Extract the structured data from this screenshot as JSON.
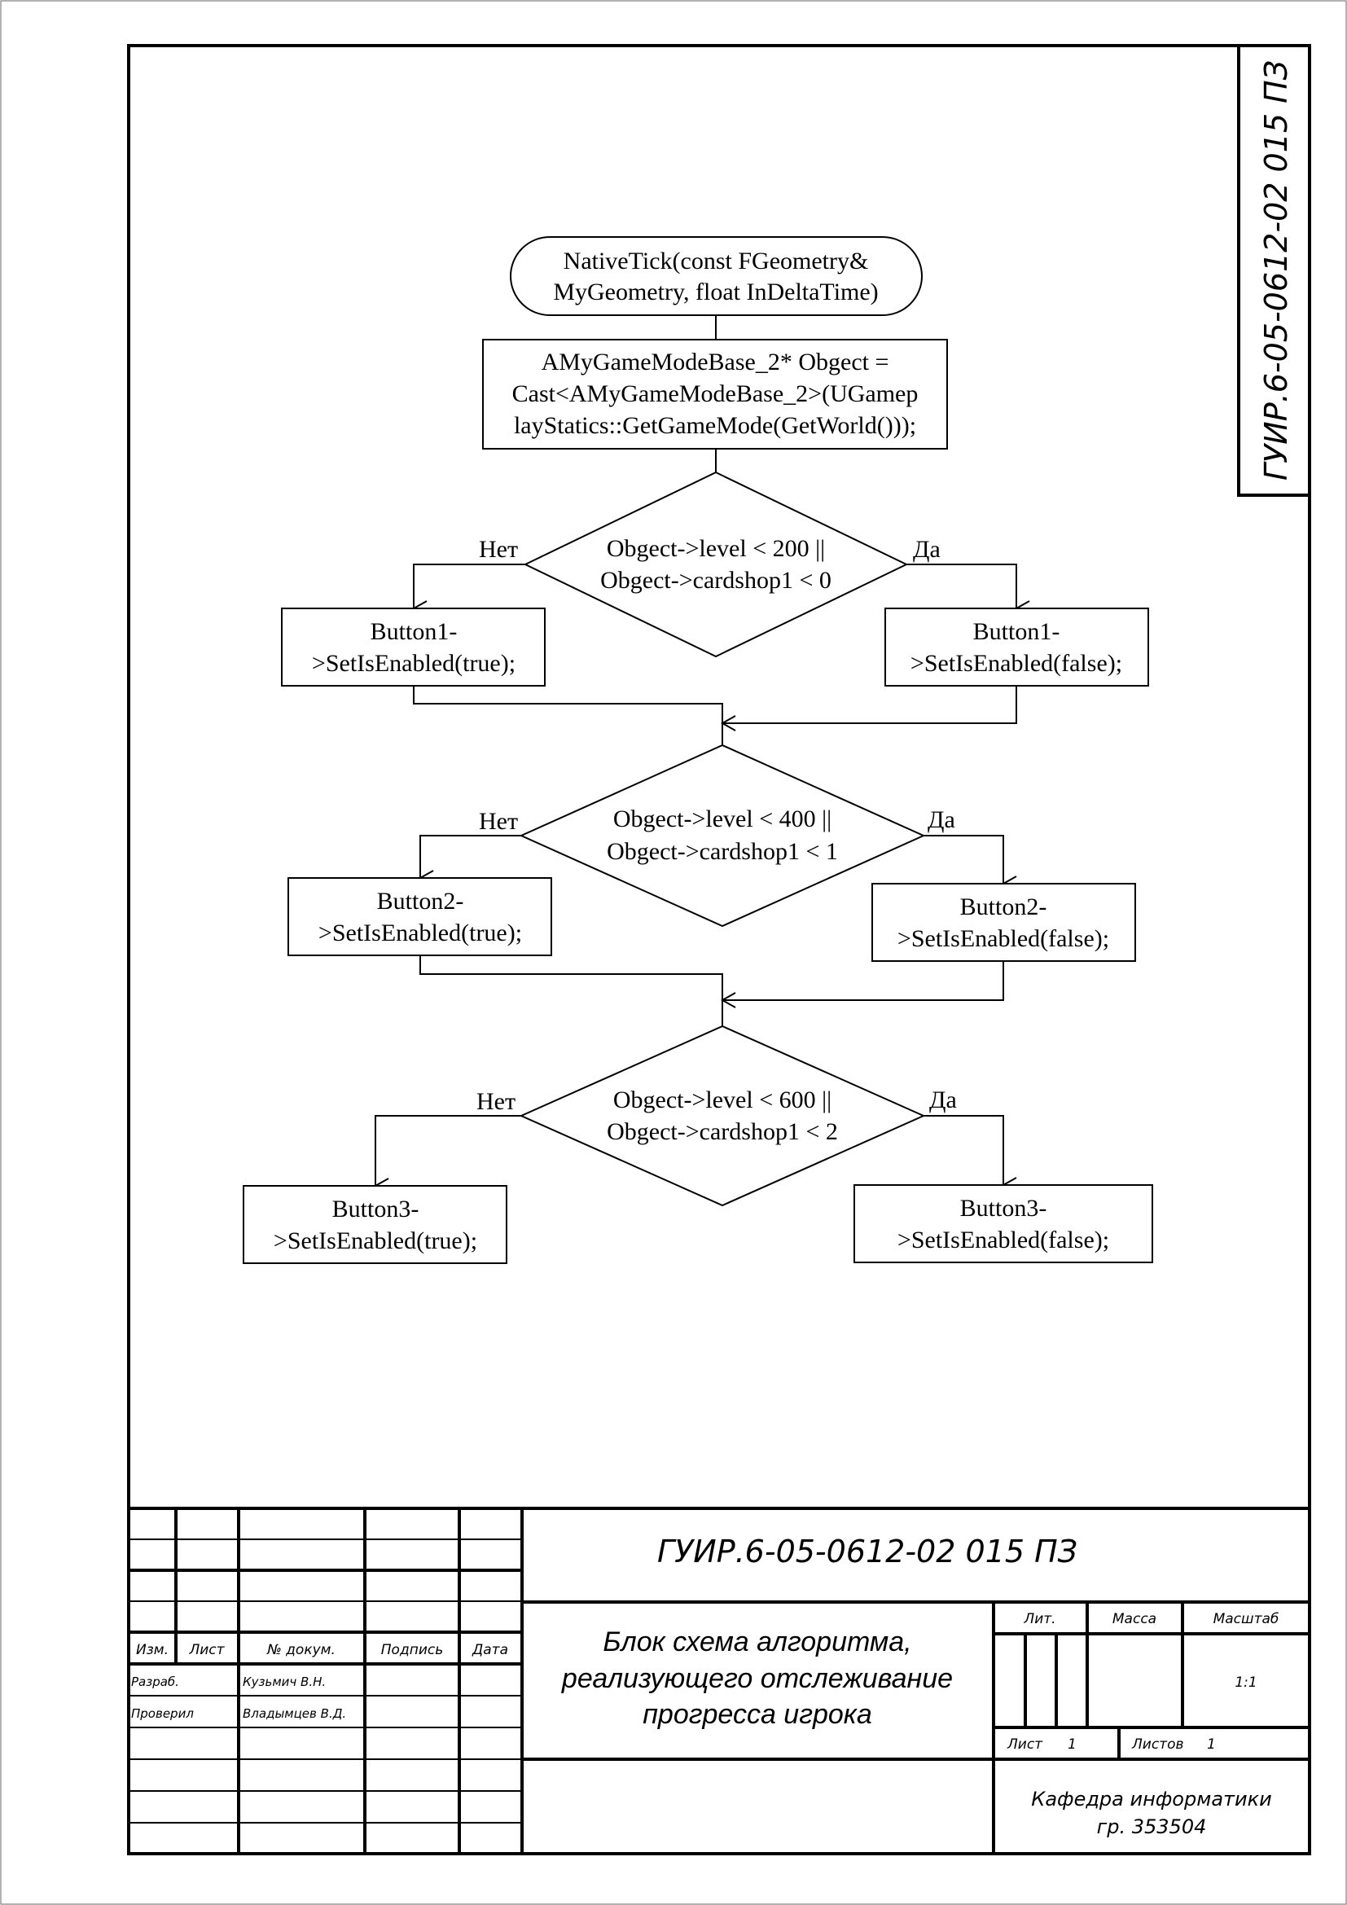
{
  "document_code": "ГУИР.6-05-0612-02 015 ПЗ",
  "flowchart": {
    "start": {
      "line1": "NativeTick(const FGeometry&",
      "line2": "MyGeometry, float InDeltaTime)"
    },
    "cast": {
      "line1": "AMyGameModeBase_2* Obgect =",
      "line2": "Cast<AMyGameModeBase_2>(UGamep",
      "line3": "layStatics::GetGameMode(GetWorld()));"
    },
    "decisions": [
      {
        "line1": "Obgect->level < 200 ||",
        "line2": "Obgect->cardshop1 < 0",
        "no": "Нет",
        "yes": "Да",
        "no_action": {
          "line1": "Button1-",
          "line2": ">SetIsEnabled(true);"
        },
        "yes_action": {
          "line1": "Button1-",
          "line2": ">SetIsEnabled(false);"
        }
      },
      {
        "line1": "Obgect->level < 400 ||",
        "line2": "Obgect->cardshop1 < 1",
        "no": "Нет",
        "yes": "Да",
        "no_action": {
          "line1": "Button2-",
          "line2": ">SetIsEnabled(true);"
        },
        "yes_action": {
          "line1": "Button2-",
          "line2": ">SetIsEnabled(false);"
        }
      },
      {
        "line1": "Obgect->level < 600 ||",
        "line2": "Obgect->cardshop1 < 2",
        "no": "Нет",
        "yes": "Да",
        "no_action": {
          "line1": "Button3-",
          "line2": ">SetIsEnabled(true);"
        },
        "yes_action": {
          "line1": "Button3-",
          "line2": ">SetIsEnabled(false);"
        }
      }
    ]
  },
  "title_block": {
    "code": "ГУИР.6-05-0612-02 015 ПЗ",
    "title": {
      "line1": "Блок схема алгоритма,",
      "line2": "реализующего отслеживание",
      "line3": "прогресса игрока"
    },
    "headers": {
      "izm": "Изм.",
      "list": "Лист",
      "doc_no": "№ докум.",
      "signature": "Подпись",
      "date": "Дата"
    },
    "rows": [
      {
        "role": "Разраб.",
        "name": "Кузьмич В.Н."
      },
      {
        "role": "Проверил",
        "name": "Владымцев В.Д."
      }
    ],
    "lit_label": "Лит.",
    "mass_label": "Масса",
    "scale_label": "Масштаб",
    "scale_value": "1:1",
    "sheet_label": "Лист",
    "sheet_value": "1",
    "sheets_label": "Листов",
    "sheets_value": "1",
    "org": {
      "line1": "Кафедра информатики",
      "line2": "гр. 353504"
    }
  }
}
